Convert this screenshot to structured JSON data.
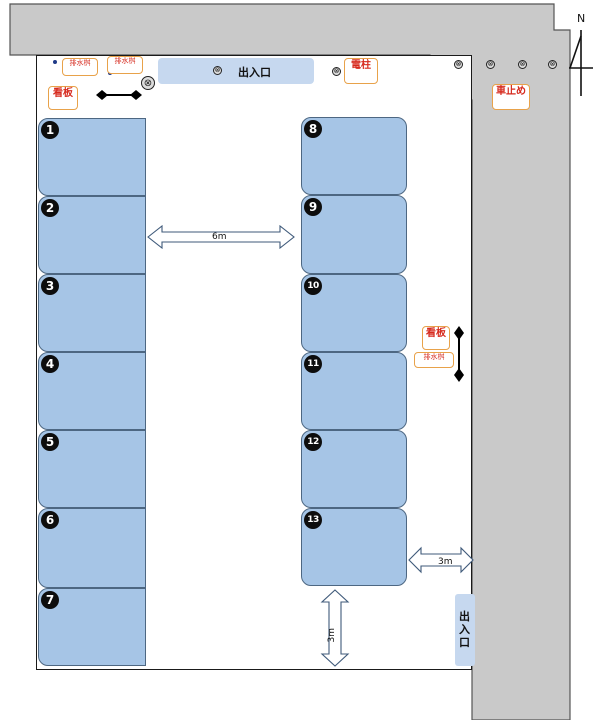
{
  "labels": {
    "entrance": "出入口",
    "signboard": "看板",
    "drain": "排水桝",
    "utility_pole": "電柱",
    "car_stop": "車止め",
    "north": "N"
  },
  "spaces": [
    {
      "number": "1",
      "glyph": "❶"
    },
    {
      "number": "2",
      "glyph": "❷"
    },
    {
      "number": "3",
      "glyph": "❸"
    },
    {
      "number": "4",
      "glyph": "❹"
    },
    {
      "number": "5",
      "glyph": "❺"
    },
    {
      "number": "6",
      "glyph": "❻"
    },
    {
      "number": "7",
      "glyph": "❼"
    },
    {
      "number": "8",
      "glyph": "❽"
    },
    {
      "number": "9",
      "glyph": "❾"
    },
    {
      "number": "10",
      "glyph": "❿"
    },
    {
      "number": "11",
      "glyph": "⓫"
    },
    {
      "number": "12",
      "glyph": "⓬"
    },
    {
      "number": "13",
      "glyph": "⓭"
    }
  ],
  "dimensions": {
    "aisle_width": "6m",
    "side_gap": "3m",
    "bottom_gap": "3m"
  },
  "colors": {
    "road": "#c9c9c9",
    "space_fill": "#a6c5e6",
    "entrance_fill": "#c6d8ef",
    "callout_text": "#d62a1e",
    "callout_border": "#e8a24a"
  }
}
